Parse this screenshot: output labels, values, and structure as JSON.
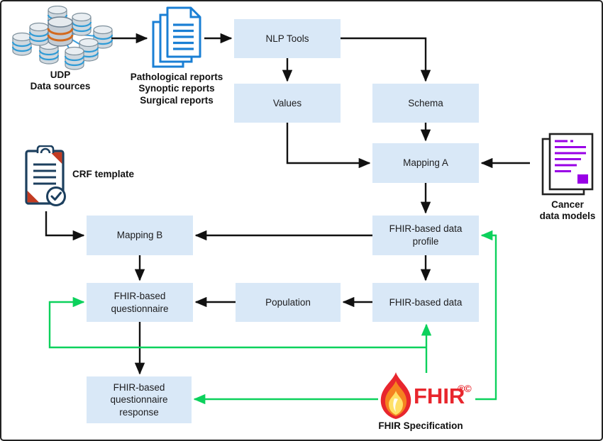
{
  "nodes": [
    {
      "id": "nlp-tools",
      "label": "NLP Tools"
    },
    {
      "id": "values",
      "label": "Values"
    },
    {
      "id": "schema",
      "label": "Schema"
    },
    {
      "id": "mapping-a",
      "label": "Mapping A"
    },
    {
      "id": "fhir-based-data-profile",
      "label": "FHIR-based data profile"
    },
    {
      "id": "mapping-b",
      "label": "Mapping B"
    },
    {
      "id": "fhir-based-questionnaire",
      "label": "FHIR-based questionnaire"
    },
    {
      "id": "population",
      "label": "Population"
    },
    {
      "id": "fhir-based-data",
      "label": "FHIR-based data"
    },
    {
      "id": "fhir-based-questionnaire-response",
      "label": "FHIR-based questionnaire response"
    }
  ],
  "icons": {
    "udp": {
      "name": "database-cluster-icon",
      "caption_line1": "UDP",
      "caption_line2": "Data sources"
    },
    "reports": {
      "name": "documents-stack-icon",
      "caption_line1": "Pathological reports",
      "caption_line2": "Synoptic reports",
      "caption_line3": "Surgical reports"
    },
    "crf": {
      "name": "clipboard-check-icon",
      "caption": "CRF template"
    },
    "cancer": {
      "name": "document-lines-icon",
      "caption_line1": "Cancer",
      "caption_line2": "data models"
    },
    "fhir": {
      "name": "fhir-flame-icon",
      "logo_text": "FHIR",
      "trademark_marks": "®©",
      "caption": "FHIR Specification"
    }
  },
  "colors": {
    "node_fill": "#d9e8f7",
    "arrow_black": "#111111",
    "arrow_green": "#0cd15c",
    "document_blue": "#1a7fd4",
    "cancer_purple": "#9900e6",
    "crf_navy": "#1c3f5e",
    "crf_red": "#c23b22",
    "fhir_red": "#e8262d"
  }
}
